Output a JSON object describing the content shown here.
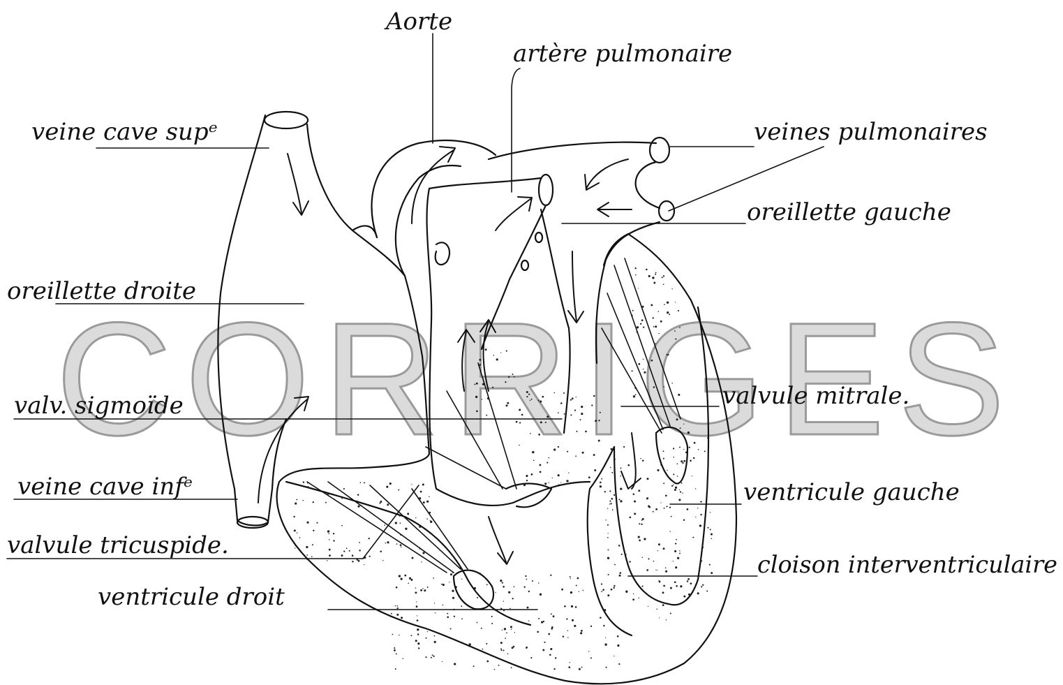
{
  "diagram": {
    "watermark": "CORRIGES",
    "labels": {
      "aorte": "Aorte",
      "artere_pulmonaire": "artère pulmonaire",
      "veine_cave_sup": "veine cave supᵉ",
      "veines_pulmonaires": "veines pulmonaires",
      "oreillette_gauche": "oreillette gauche",
      "oreillette_droite": "oreillette droite",
      "valv_sigmoide": "valv. sigmoïde",
      "valvule_mitrale": "valvule mitrale.",
      "veine_cave_inf": "veine cave infᵉ",
      "ventricule_gauche": "ventricule gauche",
      "valvule_tricuspide": "valvule tricuspide.",
      "cloison_interventriculaire": "cloison interventriculaire",
      "ventricule_droit": "ventricule droit"
    }
  }
}
